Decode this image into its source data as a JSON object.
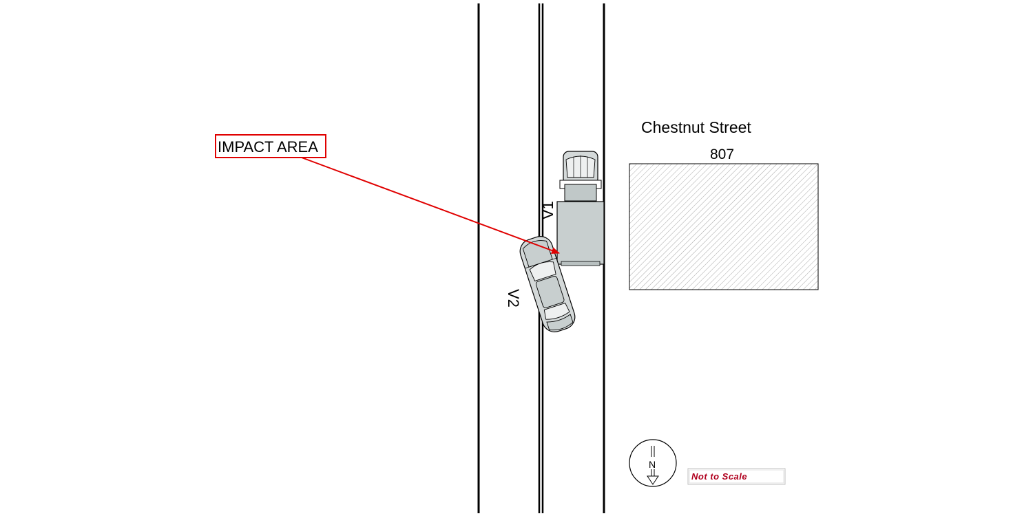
{
  "street": {
    "name": "Chestnut Street"
  },
  "building": {
    "number": "807"
  },
  "callout": {
    "label": "IMPACT AREA",
    "color": "#e00000"
  },
  "vehicles": [
    {
      "id": "V1",
      "label": "V1",
      "kind": "pickup-truck"
    },
    {
      "id": "V2",
      "label": "V2",
      "kind": "sedan"
    }
  ],
  "compass": {
    "label": "N",
    "icon": "north-arrow-icon"
  },
  "scale_note": {
    "label": "Not to Scale",
    "color": "#b0001e"
  },
  "colors": {
    "vehicle_fill": "#c8cfcf",
    "building_hatch": "#9a9a9a",
    "road_line": "#000000"
  }
}
